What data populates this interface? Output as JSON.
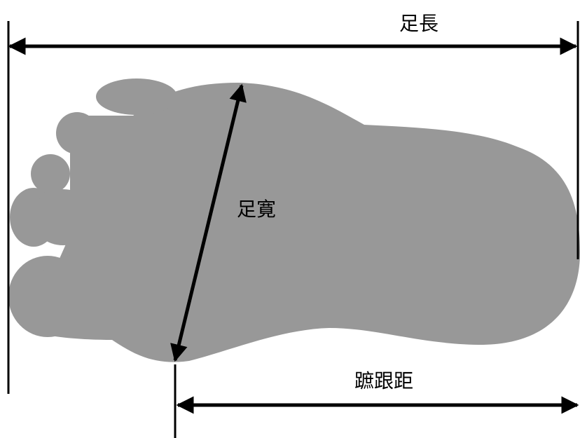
{
  "diagram": {
    "labels": {
      "foot_length": "足長",
      "foot_width": "足寛",
      "ball_to_heel": "蹠跟距"
    },
    "colors": {
      "foot_fill": "#989898",
      "line": "#000000",
      "background": "#ffffff"
    }
  }
}
